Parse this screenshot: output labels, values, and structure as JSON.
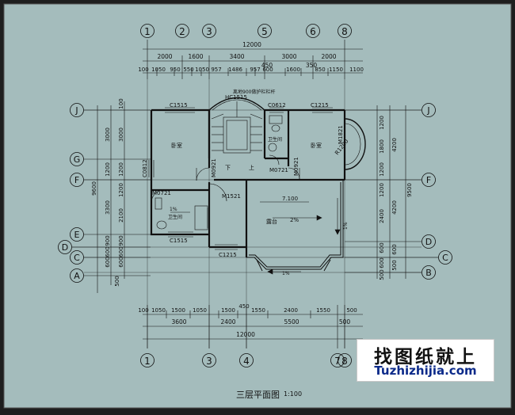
{
  "drawing": {
    "title": "三层平面图",
    "scale": "1:100",
    "background_color": "#a4bcbc",
    "line_color": "#111111"
  },
  "watermark": {
    "cn": "找图纸就上",
    "en": "Tuzhizhijia.com"
  },
  "axes_top": [
    "1",
    "2",
    "3",
    "5",
    "6",
    "8"
  ],
  "axes_bottom": [
    "1",
    "3",
    "4",
    "7",
    "8"
  ],
  "axes_left": [
    "J",
    "G",
    "F",
    "E",
    "D",
    "C",
    "A"
  ],
  "axes_right": [
    "J",
    "F",
    "D",
    "C",
    "B"
  ],
  "dims_top": {
    "total": "12000",
    "row2": [
      "2000",
      "1600",
      "3400",
      "3000",
      "2000"
    ],
    "row3": [
      "100",
      "1050",
      "950",
      "550",
      "1050",
      "957",
      "1486",
      "957",
      "600",
      "1600",
      "850",
      "1150",
      "1100"
    ],
    "small": [
      "450",
      "350"
    ]
  },
  "dims_bottom": {
    "row1": [
      "100",
      "1050",
      "1500",
      "1050",
      "1500",
      "450",
      "1550",
      "2400",
      "1550",
      "500"
    ],
    "row2": [
      "3600",
      "2400",
      "5500",
      "500"
    ],
    "total": "12000"
  },
  "dims_left": {
    "total": "9600",
    "outer": [
      "3000",
      "1200",
      "3300",
      "900",
      "600",
      "600",
      "500"
    ],
    "inner": [
      "3000",
      "1200",
      "1200",
      "2100",
      "900",
      "600",
      "600"
    ],
    "top": "100"
  },
  "dims_right": {
    "outer": [
      "4200",
      "4200",
      "600",
      "500"
    ],
    "inner": [
      "1200",
      "1800",
      "1200",
      "1200",
      "2400",
      "600",
      "600",
      "500"
    ],
    "total": "9500"
  },
  "room_labels": {
    "bedroom_left": "卧室",
    "bedroom_right": "卧室",
    "toilet_top": "卫生间",
    "toilet_left": "卫生间",
    "terrace": "露台",
    "stair_down": "下",
    "stair_up": "上"
  },
  "openings": {
    "c1515_top": "C1515",
    "hc1515": "HC1515",
    "hc_note": "离地900做护栏栏杆",
    "c0612": "C0612",
    "c1215_top": "C1215",
    "m0921_a": "M0921",
    "m0921_b": "M0921",
    "m0721_a": "M0721",
    "m0721_b": "M0721",
    "m1821": "M1821",
    "r1200": "R1200",
    "m1521": "M1521",
    "c0812": "C0812",
    "c1515_bottom": "C1515",
    "c1215_bottom": "C1215",
    "elevation": "7.100",
    "slope_terrace": "2%",
    "slope_toilet": "1%",
    "slope_side": "1%",
    "slope_bottom": "1%"
  }
}
